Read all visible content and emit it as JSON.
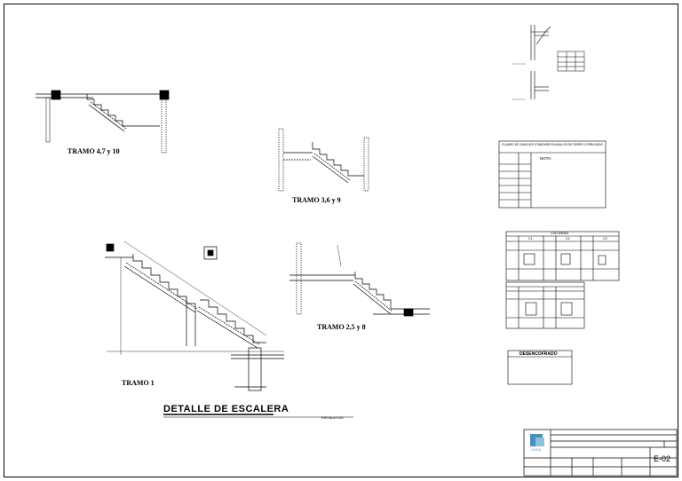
{
  "sheet": {
    "main_title": "DETALLE DE ESCALERA",
    "scale": "ESCALA 1/25",
    "sheet_code": "E-02"
  },
  "stair_views": [
    {
      "label": "TRAMO 4,7 y 10"
    },
    {
      "label": "TRAMO 3,6 y 9"
    },
    {
      "label": "TRAMO 2,5 y 8"
    },
    {
      "label": "TRAMO 1"
    }
  ],
  "stirrup_table": {
    "title": "CUADRO DE GANCHOS STANDARD EN ANILLOS DE FIERRO CORRUGADO",
    "note_title": "NOTA:"
  },
  "columns_table": {
    "title": "COLUMNAS",
    "headers": [
      "C1",
      "C2",
      "C3"
    ]
  },
  "desencofrado": {
    "title": "DESENCOFRADO"
  },
  "title_block": {
    "logo_text": "LOGA"
  },
  "colors": {
    "ink": "#000000",
    "logo": "#4a8fc0"
  }
}
